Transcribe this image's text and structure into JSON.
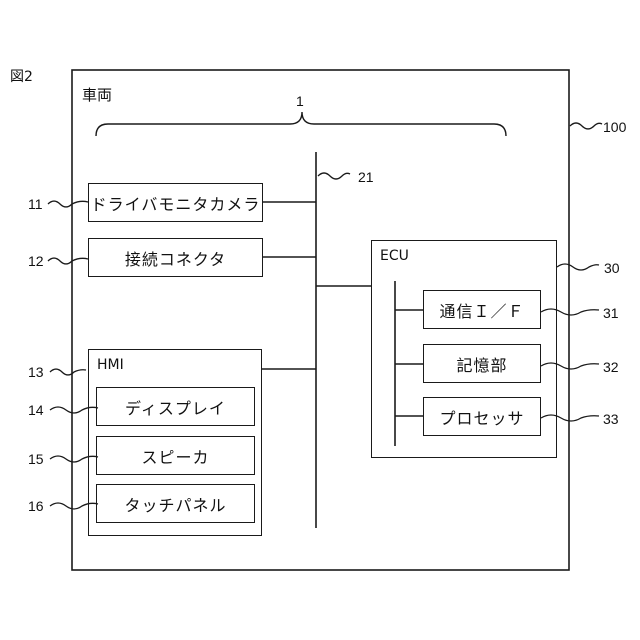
{
  "figure_label": "図2",
  "vehicle": {
    "label": "車両",
    "ref": "100"
  },
  "group": {
    "ref": "1"
  },
  "bus": {
    "ref": "21"
  },
  "components": {
    "camera": {
      "label": "ドライバモニタカメラ",
      "ref": "11"
    },
    "connector": {
      "label": "接続コネクタ",
      "ref": "12"
    },
    "hmi": {
      "label": "HMI",
      "ref": "13"
    },
    "display": {
      "label": "ディスプレイ",
      "ref": "14"
    },
    "speaker": {
      "label": "スピーカ",
      "ref": "15"
    },
    "touch": {
      "label": "タッチパネル",
      "ref": "16"
    },
    "ecu": {
      "label": "ECU",
      "ref": "30"
    },
    "comm": {
      "label": "通信Ｉ／Ｆ",
      "ref": "31"
    },
    "memory": {
      "label": "記憶部",
      "ref": "32"
    },
    "processor": {
      "label": "プロセッサ",
      "ref": "33"
    }
  }
}
